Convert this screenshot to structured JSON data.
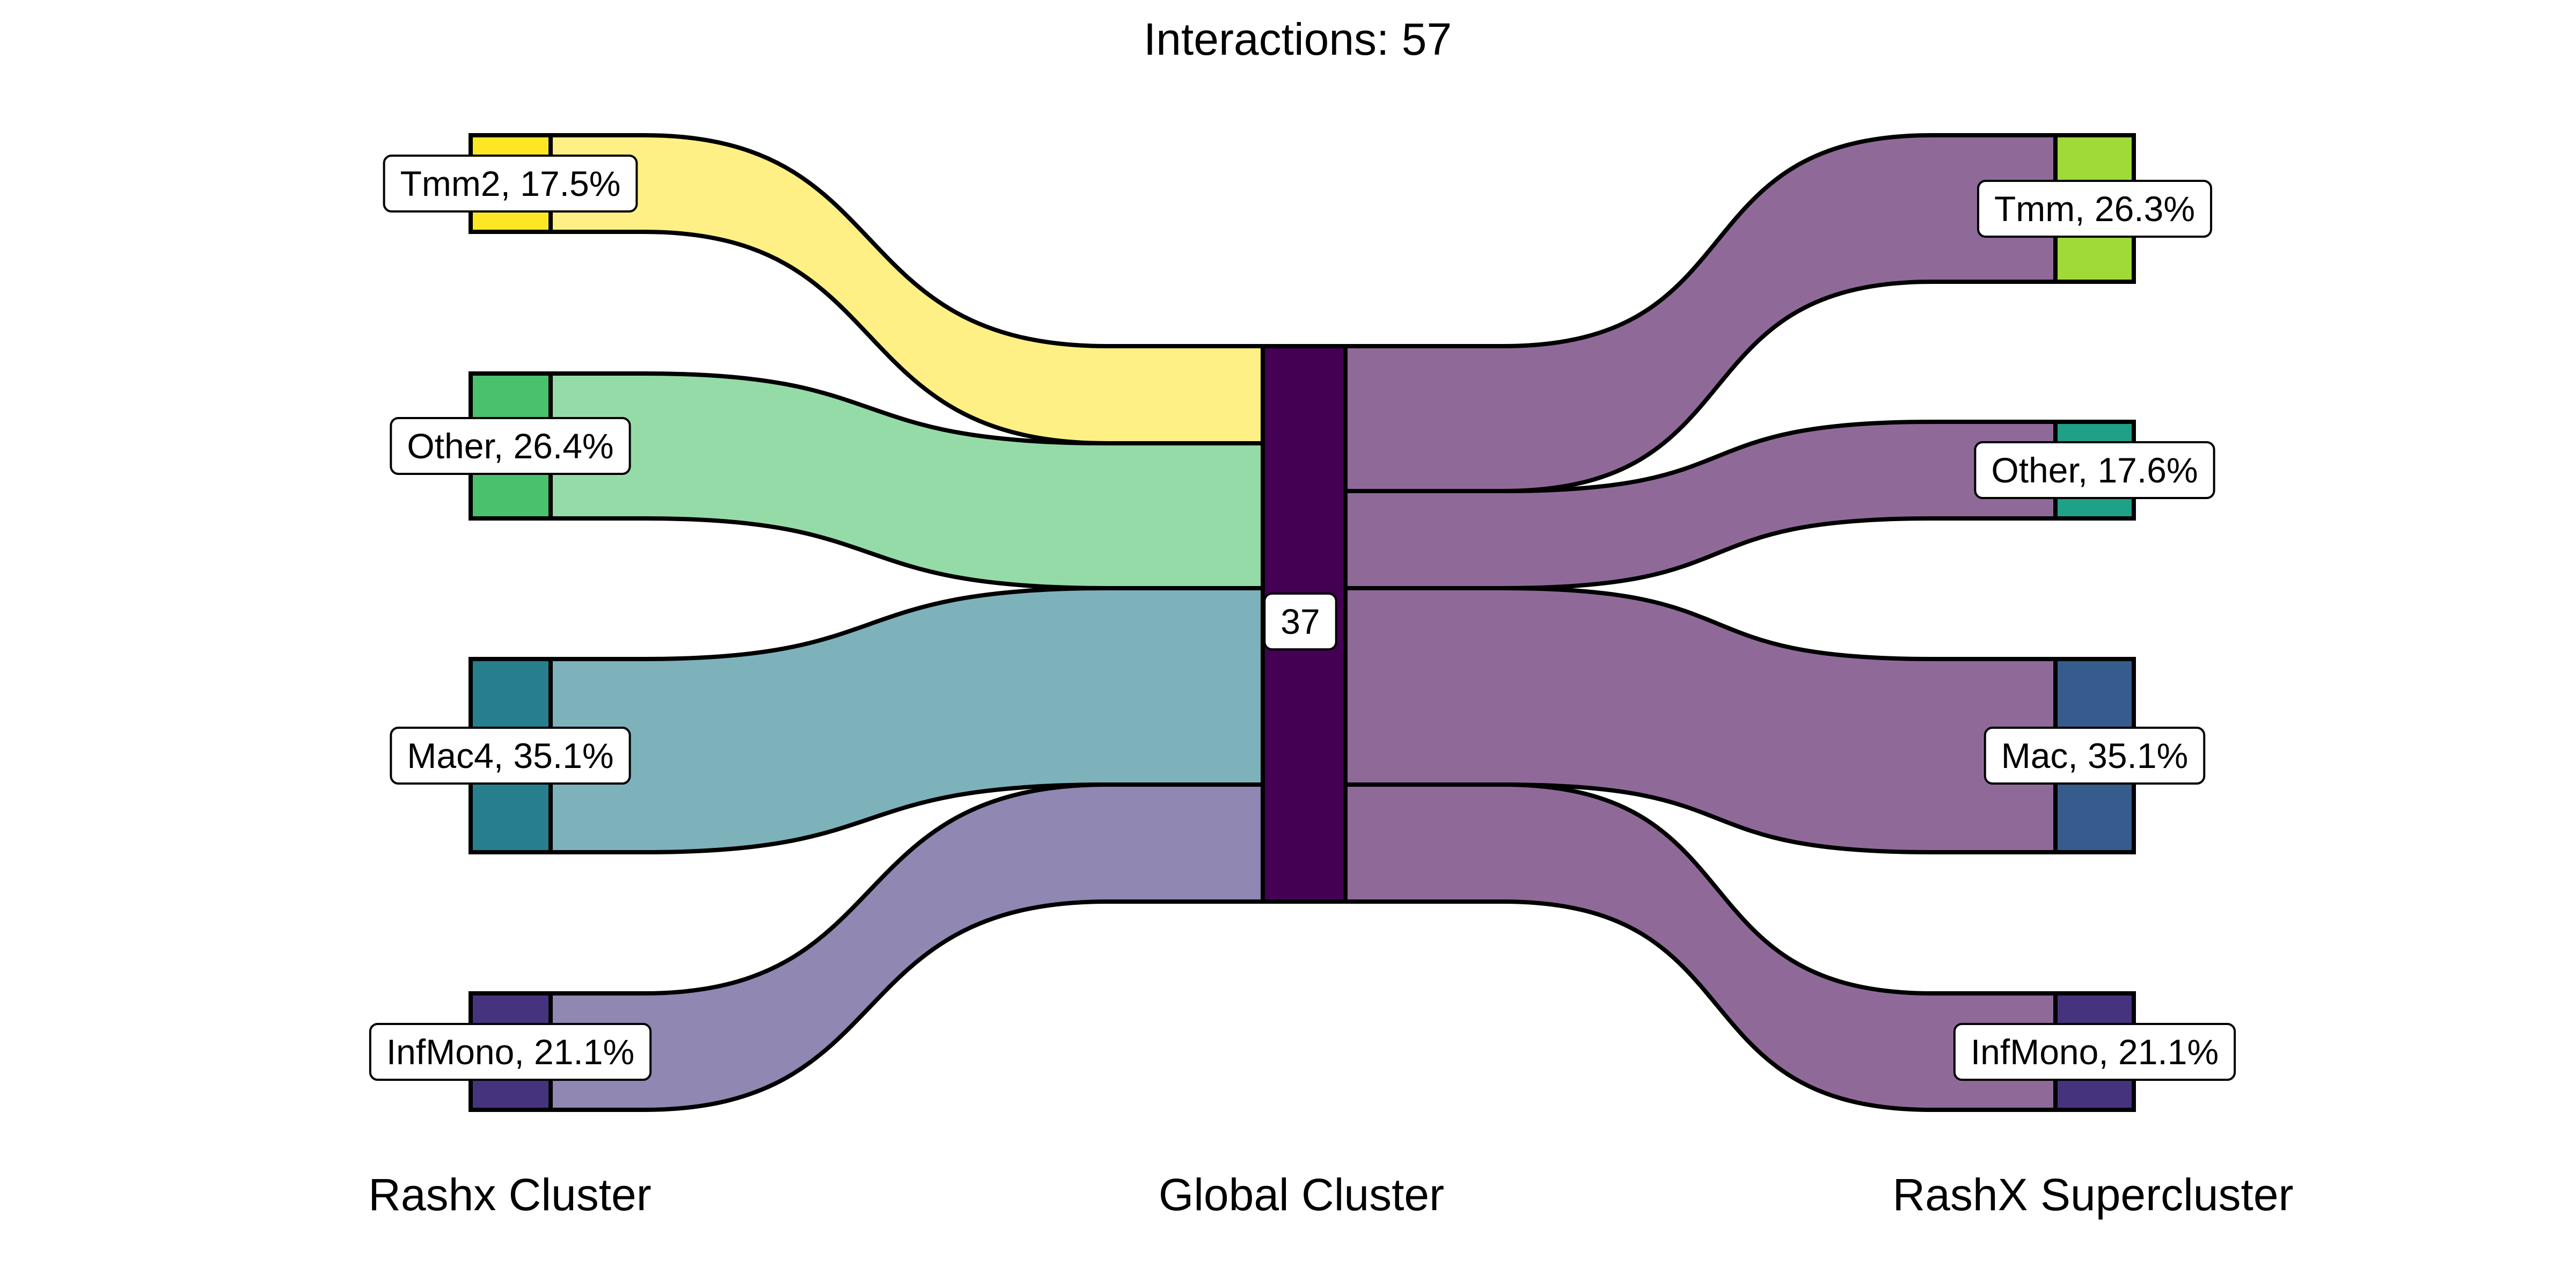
{
  "title": "Interactions: 57",
  "axes": {
    "left": "Rashx Cluster",
    "middle": "Global Cluster",
    "right": "RashX Supercluster"
  },
  "left_nodes": [
    {
      "label": "Tmm2, 17.5%",
      "color": "#fde725",
      "flow_color": "#fef085"
    },
    {
      "label": "Other, 26.4%",
      "color": "#4ac16d",
      "flow_color": "#95dba8"
    },
    {
      "label": "Mac4, 35.1%",
      "color": "#277f8e",
      "flow_color": "#7db2bb"
    },
    {
      "label": "InfMono, 21.1%",
      "color": "#46337e",
      "flow_color": "#9087b2"
    }
  ],
  "middle_node": {
    "label": "37",
    "color": "#440154"
  },
  "right_nodes": [
    {
      "label": "Tmm, 26.3%",
      "color": "#a0da39"
    },
    {
      "label": "Other, 17.6%",
      "color": "#1fa187"
    },
    {
      "label": "Mac, 35.1%",
      "color": "#365c8d"
    },
    {
      "label": "InfMono, 21.1%",
      "color": "#46337e"
    }
  ],
  "right_flow_color": "#8f6a99"
}
